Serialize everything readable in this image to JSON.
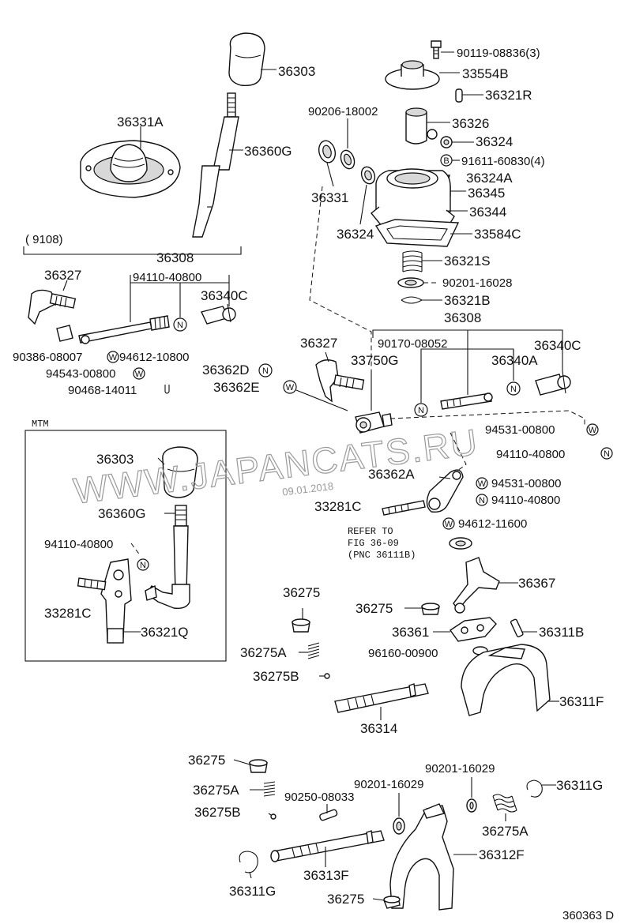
{
  "labels": {
    "p36303": "36303",
    "p36331A": "36331A",
    "p36360G": "36360G",
    "p90119": "90119-08836(3)",
    "p33554B": "33554B",
    "p36321R": "36321R",
    "p90206": "90206-18002",
    "p36326": "36326",
    "p36324a": "36324",
    "p91611": "91611-60830(4)",
    "p36324A": "36324A",
    "p36331": "36331",
    "p36345": "36345",
    "p36344": "36344",
    "p36324b": "36324",
    "p33584C": "33584C",
    "p36321S": "36321S",
    "p90201_16028": "90201-16028",
    "p36321B": "36321B",
    "bracket9108": "(        9108)",
    "p36308a": "36308",
    "p36327a": "36327",
    "p94110a": "94110-40800",
    "p36340Ca": "36340C",
    "p90386": "90386-08007",
    "p94612_10800": "94612-10800",
    "p94543": "94543-00800",
    "p90468": "90468-14011",
    "p36308b": "36308",
    "p36327b": "36327",
    "p90170": "90170-08052",
    "p36340Cb": "36340C",
    "p33750G": "33750G",
    "p36340A": "36340A",
    "p36362D": "36362D",
    "p36362E": "36362E",
    "p94531a": "94531-00800",
    "p94110b": "94110-40800",
    "mtm": "MTM",
    "p36303b": "36303",
    "p36360Gb": "36360G",
    "p94110c": "94110-40800",
    "p33281Cb": "33281C",
    "p36321Q": "36321Q",
    "p36362A": "36362A",
    "p94531b": "94531-00800",
    "p94110d": "94110-40800",
    "p33281Ca": "33281C",
    "p94612_11600": "94612-11600",
    "refer1": "REFER TO",
    "refer2": "FIG 36-09",
    "refer3": "(PNC 36111B)",
    "p36275a": "36275",
    "p36367": "36367",
    "p36275b": "36275",
    "p36361": "36361",
    "p36311B": "36311B",
    "p36275Aa": "36275A",
    "p96160": "96160-00900",
    "p36275Ba": "36275B",
    "p36311F": "36311F",
    "p36314": "36314",
    "p36275c": "36275",
    "p90201_16029a": "90201-16029",
    "p90201_16029b": "90201-16029",
    "p36311Ga": "36311G",
    "p36275Ab": "36275A",
    "p90250": "90250-08033",
    "p36275Bb": "36275B",
    "p36275Ac": "36275A",
    "p36312F": "36312F",
    "p36313F": "36313F",
    "p36311Gb": "36311G",
    "p36275d": "36275",
    "code": "360363 D"
  },
  "symbols": {
    "n": "N",
    "w": "W",
    "b": "B"
  },
  "watermark": {
    "text": "WWW.JAPANCATS.RU",
    "date": "09.01.2018"
  }
}
